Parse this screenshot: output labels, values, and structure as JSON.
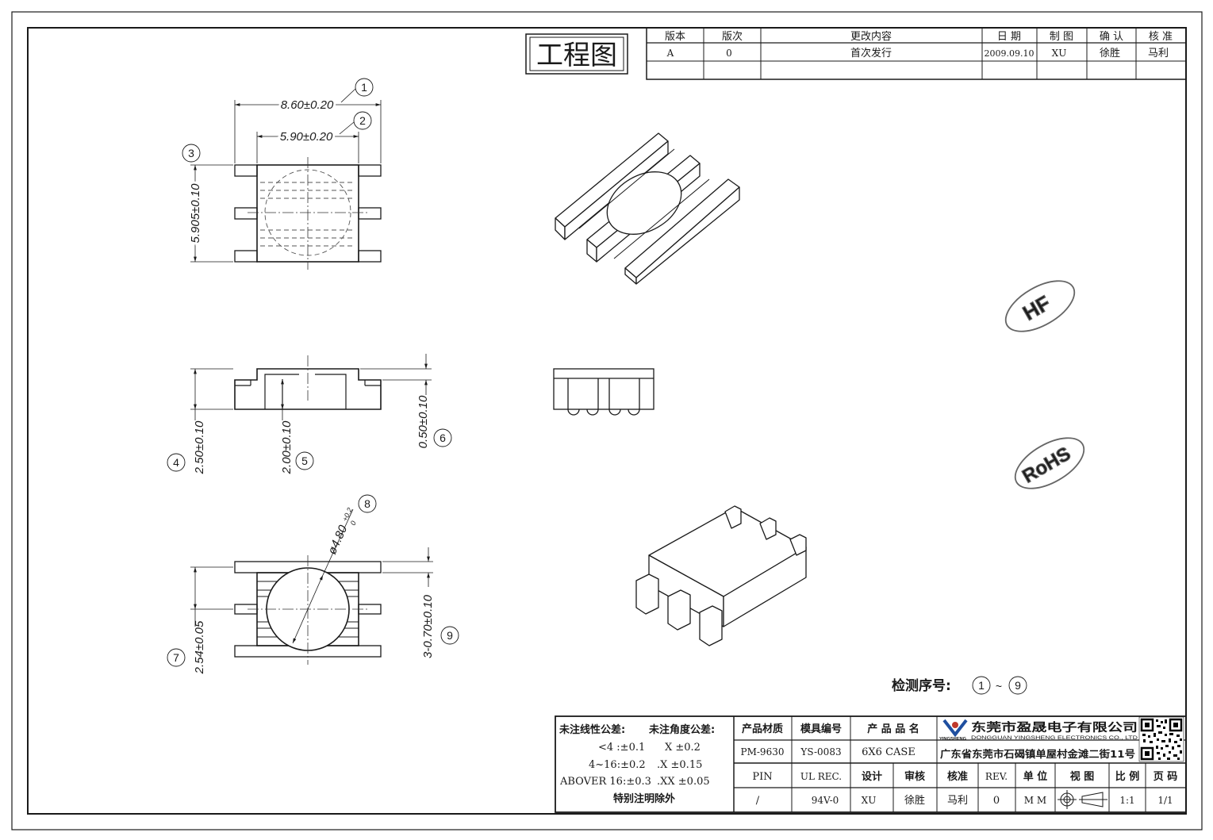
{
  "title": "工程图",
  "revision_table": {
    "headers": [
      "版本",
      "版次",
      "更改内容",
      "日 期",
      "制 图",
      "确 认",
      "核 准"
    ],
    "rows": [
      [
        "A",
        "0",
        "首次发行",
        "2009.09.10",
        "XU",
        "徐胜",
        "马利"
      ],
      [
        "",
        "",
        "",
        "",
        "",
        "",
        ""
      ]
    ]
  },
  "dimensions": {
    "width_outer": "8.60±0.20",
    "width_inner": "5.90±0.20",
    "height_top": "5.905±0.10",
    "height_total": "2.50±0.10",
    "height_base": "2.00±0.10",
    "step": "0.50±0.10",
    "diameter": "ø4.80",
    "diameter_tol_upper": "+0.2",
    "diameter_tol_lower": "0",
    "pitch": "2.54±0.05",
    "pin_width": "3-0.70±0.10"
  },
  "balloons": [
    "1",
    "2",
    "3",
    "4",
    "5",
    "6",
    "7",
    "8",
    "9"
  ],
  "marks": {
    "hf": "HF",
    "rohs": "RoHS"
  },
  "inspection": {
    "label": "检测序号:",
    "from": "1",
    "sep": "~",
    "to": "9"
  },
  "tolerances": {
    "linear_label": "未注线性公差:",
    "angle_label": "未注角度公差:",
    "rows": [
      {
        "linear": "<4 :±0.1",
        "angle": "X ±0.2"
      },
      {
        "linear": "4~16:±0.2",
        "angle": ".X ±0.15"
      },
      {
        "linear": "ABOVER 16:±0.3",
        "angle": ".XX ±0.05"
      }
    ],
    "note": "特别注明除外"
  },
  "title_block": {
    "material_label": "产品材质",
    "material": "PM-9630",
    "mold_label": "模具编号",
    "mold": "YS-0083",
    "product_label": "产 品 品 名",
    "product": "6X6 CASE",
    "pin_label": "PIN",
    "pin": "/",
    "ul_label": "UL REC.",
    "ul": "94V-0",
    "design_label": "设计",
    "design": "XU",
    "review_label": "审核",
    "review": "徐胜",
    "approve_label": "核准",
    "approve": "马利",
    "rev_label": "REV.",
    "rev": "0",
    "unit_label": "单 位",
    "unit": "M M",
    "view_label": "视 图",
    "scale_label": "比 例",
    "scale": "1:1",
    "page_label": "页 码",
    "page": "1/1"
  },
  "company": {
    "name": "东莞市盈晟电子有限公司",
    "name_en": "DONGGUAN YINGSHENG ELECTRONICS CO., LTD",
    "logo_text": "YINGSHENG",
    "address": "广东省东莞市石碣镇单屋村金滩二街11号"
  }
}
